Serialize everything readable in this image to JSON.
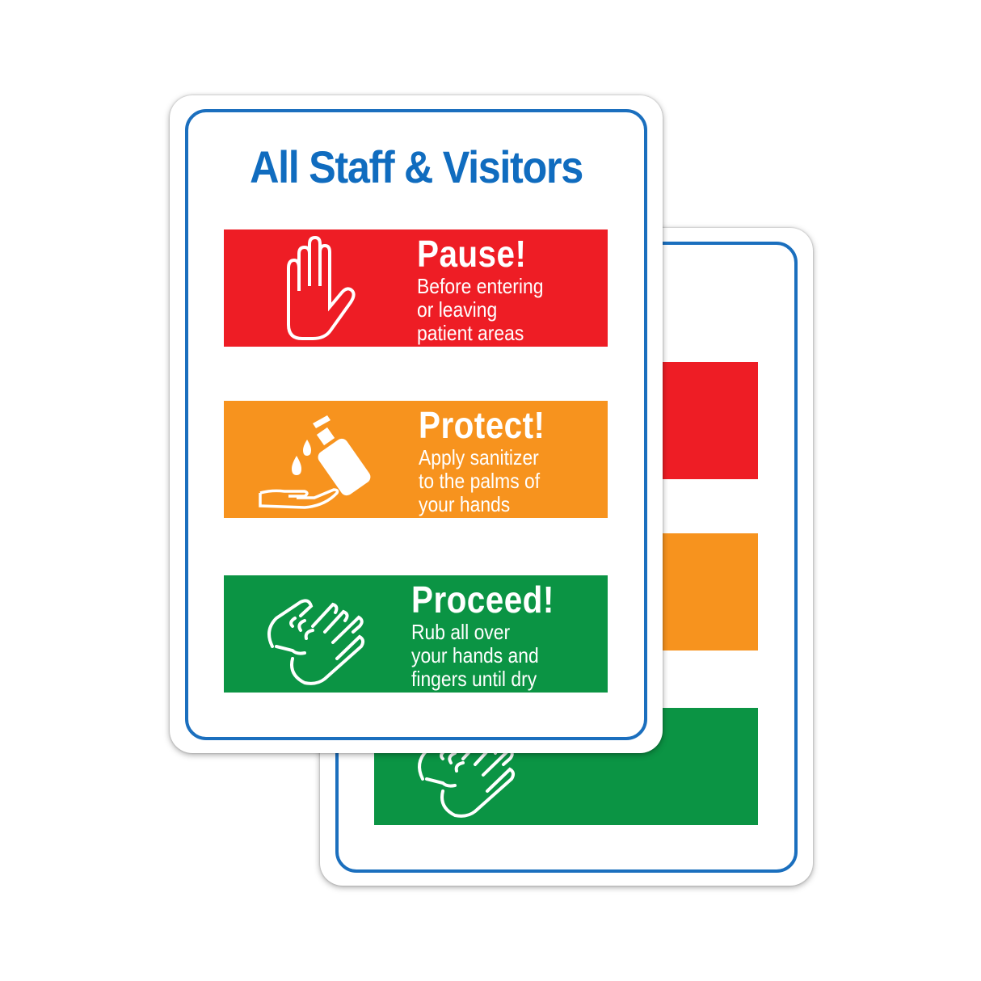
{
  "sign": {
    "title": "All Staff & Visitors",
    "steps": [
      {
        "heading": "Pause!",
        "lines": [
          "Before entering",
          "or leaving",
          "patient areas"
        ],
        "color": "#ee1d25",
        "icon": "raised-hand-icon"
      },
      {
        "heading": "Protect!",
        "lines": [
          "Apply sanitizer",
          "to the palms of",
          "your hands"
        ],
        "color": "#f7931e",
        "icon": "sanitizer-dispenser-icon"
      },
      {
        "heading": "Proceed!",
        "lines": [
          "Rub all over",
          "your hands and",
          "fingers until dry"
        ],
        "color": "#0b9444",
        "icon": "hand-rubbing-icon"
      }
    ],
    "border_color": "#1b6fbe",
    "title_color": "#106cbf"
  }
}
